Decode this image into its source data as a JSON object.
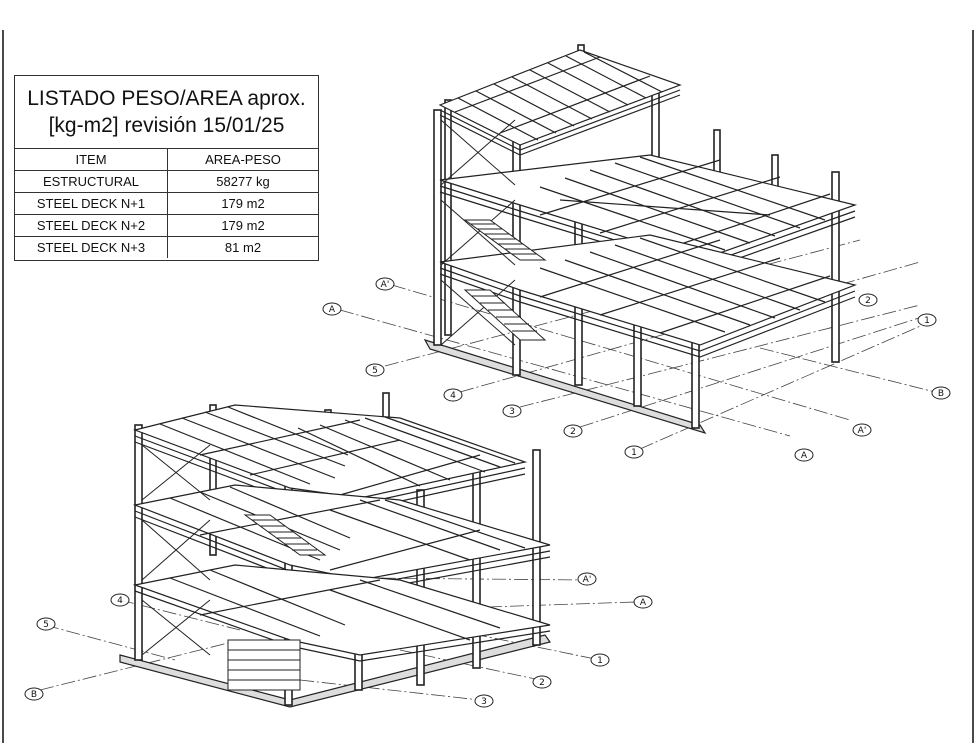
{
  "table": {
    "title_line1": "LISTADO PESO/AREA aprox.",
    "title_line2": "[kg-m2] revisión 15/01/25",
    "headers": [
      "ITEM",
      "AREA-PESO"
    ],
    "rows": [
      [
        "ESTRUCTURAL",
        "58277 kg"
      ],
      [
        "STEEL DECK N+1",
        "179 m2"
      ],
      [
        "STEEL DECK N+2",
        "179 m2"
      ],
      [
        "STEEL DECK N+3",
        "81 m2"
      ]
    ]
  },
  "grid_labels": {
    "a": "A",
    "a_prime": "A'",
    "b": "B",
    "n1": "1",
    "n2": "2",
    "n3": "3",
    "n4": "4",
    "n5": "5"
  }
}
